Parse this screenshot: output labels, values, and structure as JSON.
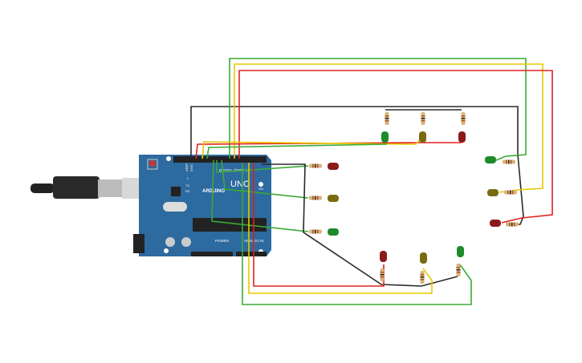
{
  "board": {
    "brand": "ARDUINO",
    "model": "UNO",
    "digital_label": "DIGITAL (PWM~)",
    "power_label": "POWER",
    "analog_label": "ANALOG IN",
    "on_label": "ON",
    "led_l": "L",
    "led_tx": "TX",
    "led_rx": "RX",
    "aref_label": "AREF",
    "gnd_label": "GND"
  },
  "colors": {
    "board": "#2d6aa0",
    "wire_green": "#3aaa35",
    "wire_yellow": "#e8c800",
    "wire_red": "#e02020",
    "wire_black": "#2a2a2a",
    "led_red": "#8b1a1a",
    "led_yellow": "#7a6a10",
    "led_green": "#1e8a2a"
  }
}
